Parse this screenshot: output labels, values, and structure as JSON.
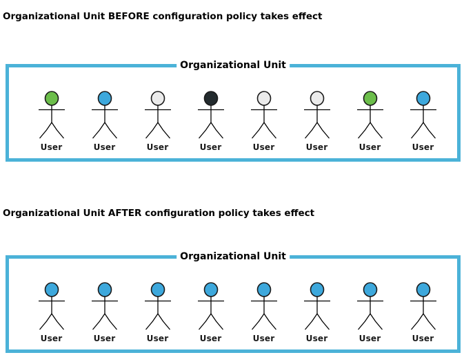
{
  "colors": {
    "box_border": "#4bb2d8",
    "figure_line": "#000000",
    "head_outline": "#1a1a1a",
    "heads": {
      "green": "#6cbe4b",
      "blue": "#3da8dc",
      "gray": "#ebebeb",
      "dark": "#232b2e"
    }
  },
  "sections": [
    {
      "id": "before",
      "title": "Organizational Unit BEFORE configuration policy takes effect",
      "box_label": "Organizational Unit",
      "users": [
        {
          "label": "User",
          "head": "green"
        },
        {
          "label": "User",
          "head": "blue"
        },
        {
          "label": "User",
          "head": "gray"
        },
        {
          "label": "User",
          "head": "dark"
        },
        {
          "label": "User",
          "head": "gray"
        },
        {
          "label": "User",
          "head": "gray"
        },
        {
          "label": "User",
          "head": "green"
        },
        {
          "label": "User",
          "head": "blue"
        }
      ]
    },
    {
      "id": "after",
      "title": "Organizational Unit AFTER configuration policy takes effect",
      "box_label": "Organizational Unit",
      "users": [
        {
          "label": "User",
          "head": "blue"
        },
        {
          "label": "User",
          "head": "blue"
        },
        {
          "label": "User",
          "head": "blue"
        },
        {
          "label": "User",
          "head": "blue"
        },
        {
          "label": "User",
          "head": "blue"
        },
        {
          "label": "User",
          "head": "blue"
        },
        {
          "label": "User",
          "head": "blue"
        },
        {
          "label": "User",
          "head": "blue"
        }
      ]
    }
  ]
}
